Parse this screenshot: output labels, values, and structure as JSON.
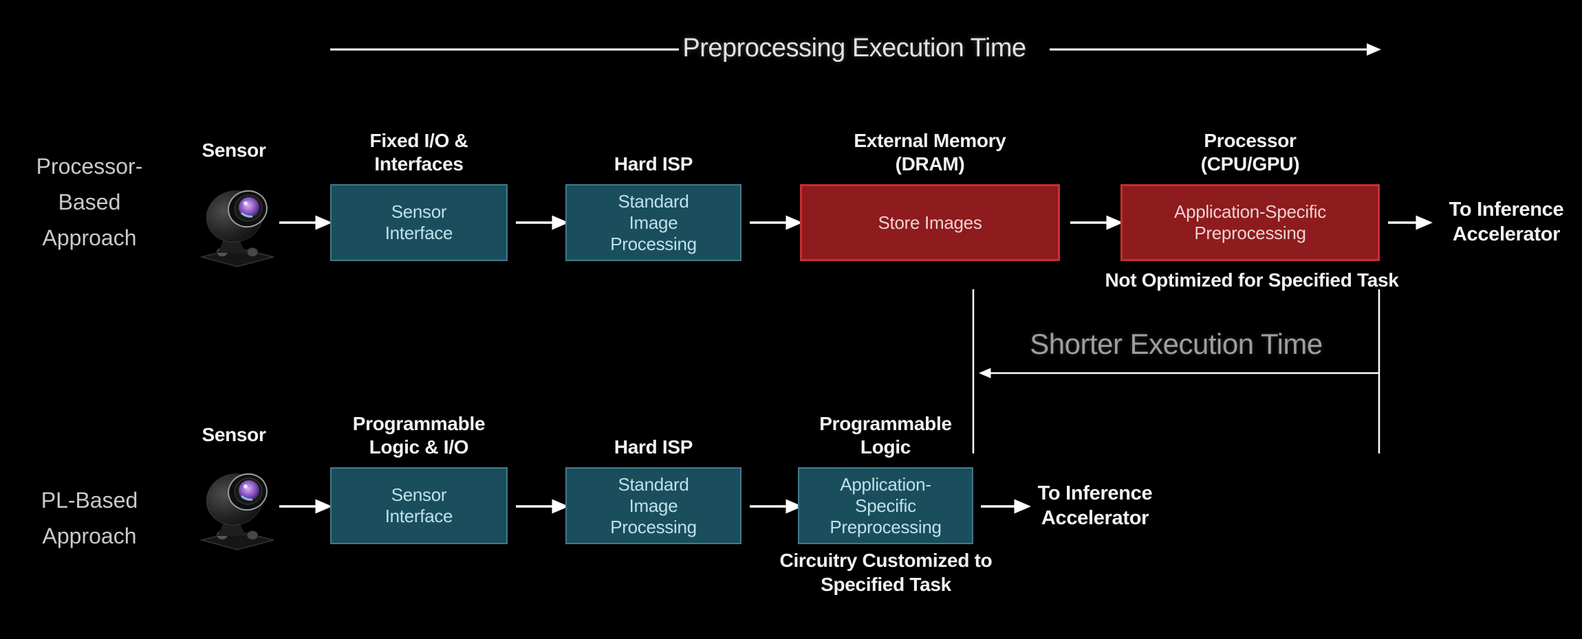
{
  "title": "Preprocessing Execution Time",
  "middle": {
    "label": "Shorter Execution Time"
  },
  "row1": {
    "side_label": "Processor-\nBased\nApproach",
    "sensor_label": "Sensor",
    "stages": [
      {
        "label": "Fixed I/O &\nInterfaces",
        "box": "Sensor\nInterface"
      },
      {
        "label": "Hard ISP",
        "box": "Standard\nImage\nProcessing"
      },
      {
        "label": "External Memory\n(DRAM)",
        "box": "Store Images"
      },
      {
        "label": "Processor\n(CPU/GPU)",
        "box": "Application-Specific\nPreprocessing",
        "note": "Not Optimized for Specified Task"
      }
    ],
    "output_label": "To Inference\nAccelerator"
  },
  "row2": {
    "side_label": "PL-Based\nApproach",
    "sensor_label": "Sensor",
    "stages": [
      {
        "label": "Programmable\nLogic & I/O",
        "box": "Sensor\nInterface"
      },
      {
        "label": "Hard ISP",
        "box": "Standard\nImage\nProcessing"
      },
      {
        "label": "Programmable\nLogic",
        "box": "Application-\nSpecific\nPreprocessing",
        "note": "Circuitry Customized to\nSpecified Task"
      }
    ],
    "output_label": "To Inference\nAccelerator"
  },
  "icons": {
    "sensor": "dashcam-camera"
  },
  "colors": {
    "background": "#000000",
    "teal_box_fill": "#1a4e5d",
    "teal_box_border": "#417a8a",
    "teal_box_text": "#bfe0ea",
    "red_box_fill": "#8e1b1d",
    "red_box_border": "#c43031",
    "red_box_text": "#eed2d2",
    "label_text": "#f2f2f2",
    "side_label_text": "#c9c9c9",
    "title_text": "#e2e2e2",
    "middle_label_text": "#9e9e9e",
    "arrow": "#ffffff",
    "lens": "#9a63cc"
  }
}
